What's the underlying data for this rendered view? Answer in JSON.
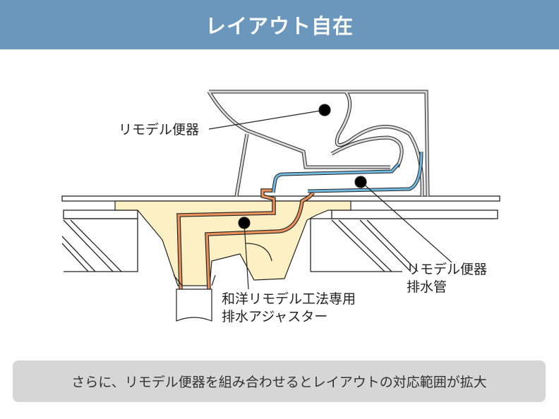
{
  "header": {
    "title": "レイアウト自在"
  },
  "labels": {
    "toilet": "リモデル便器",
    "drain_pipe_line1": "リモデル便器",
    "drain_pipe_line2": "排水管",
    "adjuster_line1": "和洋リモデル工法専用",
    "adjuster_line2": "排水アジャスター"
  },
  "caption": "さらに、リモデル便器を組み合わせるとレイアウトの対応範囲が拡大",
  "colors": {
    "header": "#6a97bb",
    "pipe_blue": "#6fb8e0",
    "adjuster_orange": "#e8915a",
    "basin_yellow": "#fdf0c4",
    "toilet_gray": "#d9d9d9"
  }
}
